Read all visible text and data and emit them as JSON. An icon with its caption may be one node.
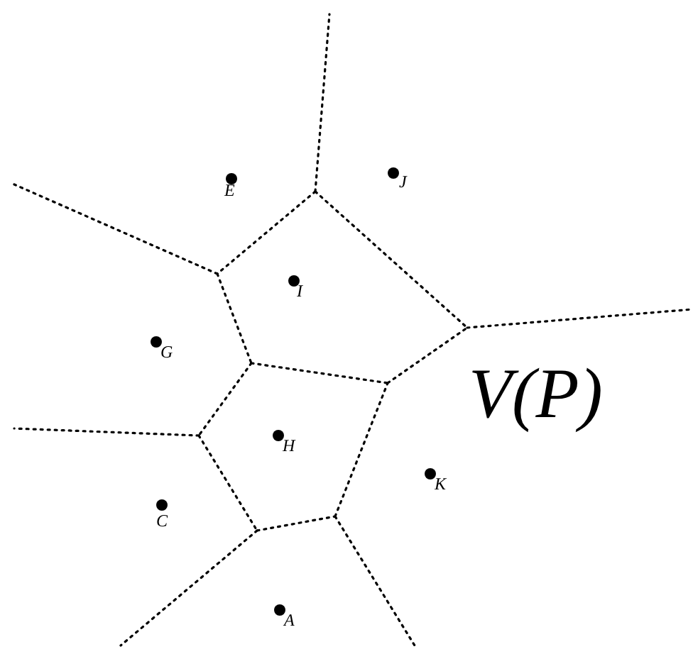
{
  "diagram": {
    "labels": [
      "J",
      "E",
      "I",
      "G",
      "V(P)",
      "H",
      "K",
      "C",
      "A"
    ]
  }
}
